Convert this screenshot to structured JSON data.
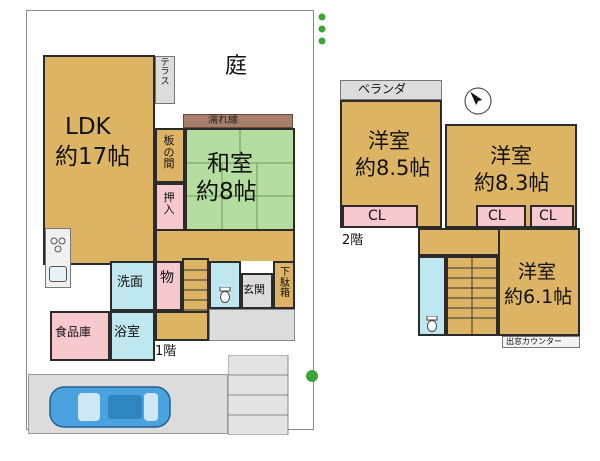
{
  "floor1": {
    "label": "1階",
    "garden": "庭",
    "terrace": "テラス",
    "ldk": {
      "name": "LDK",
      "size": "約17帖"
    },
    "washitsu": {
      "name": "和室",
      "size": "約8帖"
    },
    "nureen": "濡れ縁",
    "itanoma": "板の間",
    "oshiire": "押入",
    "mono": "物",
    "senmen": "洗面",
    "shokuhinko": "食品庫",
    "yokushitsu": "浴室",
    "genkan": "玄関",
    "getabako": "下駄箱"
  },
  "floor2": {
    "label": "2階",
    "veranda": "ベランダ",
    "room1": {
      "name": "洋室",
      "size": "約8.5帖"
    },
    "room2": {
      "name": "洋室",
      "size": "約8.3帖"
    },
    "room3": {
      "name": "洋室",
      "size": "約6.1帖"
    },
    "closets": [
      "CL",
      "CL",
      "CL"
    ],
    "counter": "出窓カウンター"
  },
  "colors": {
    "wood": "#ddb464",
    "tatami": "#b5dda0",
    "wet": "#bfe7ef",
    "closet": "#f7c9cf",
    "car": "#4aa3df"
  },
  "icons": {
    "compass": "north-arrow-icon",
    "car": "car-icon",
    "tree": "tree-icon"
  }
}
